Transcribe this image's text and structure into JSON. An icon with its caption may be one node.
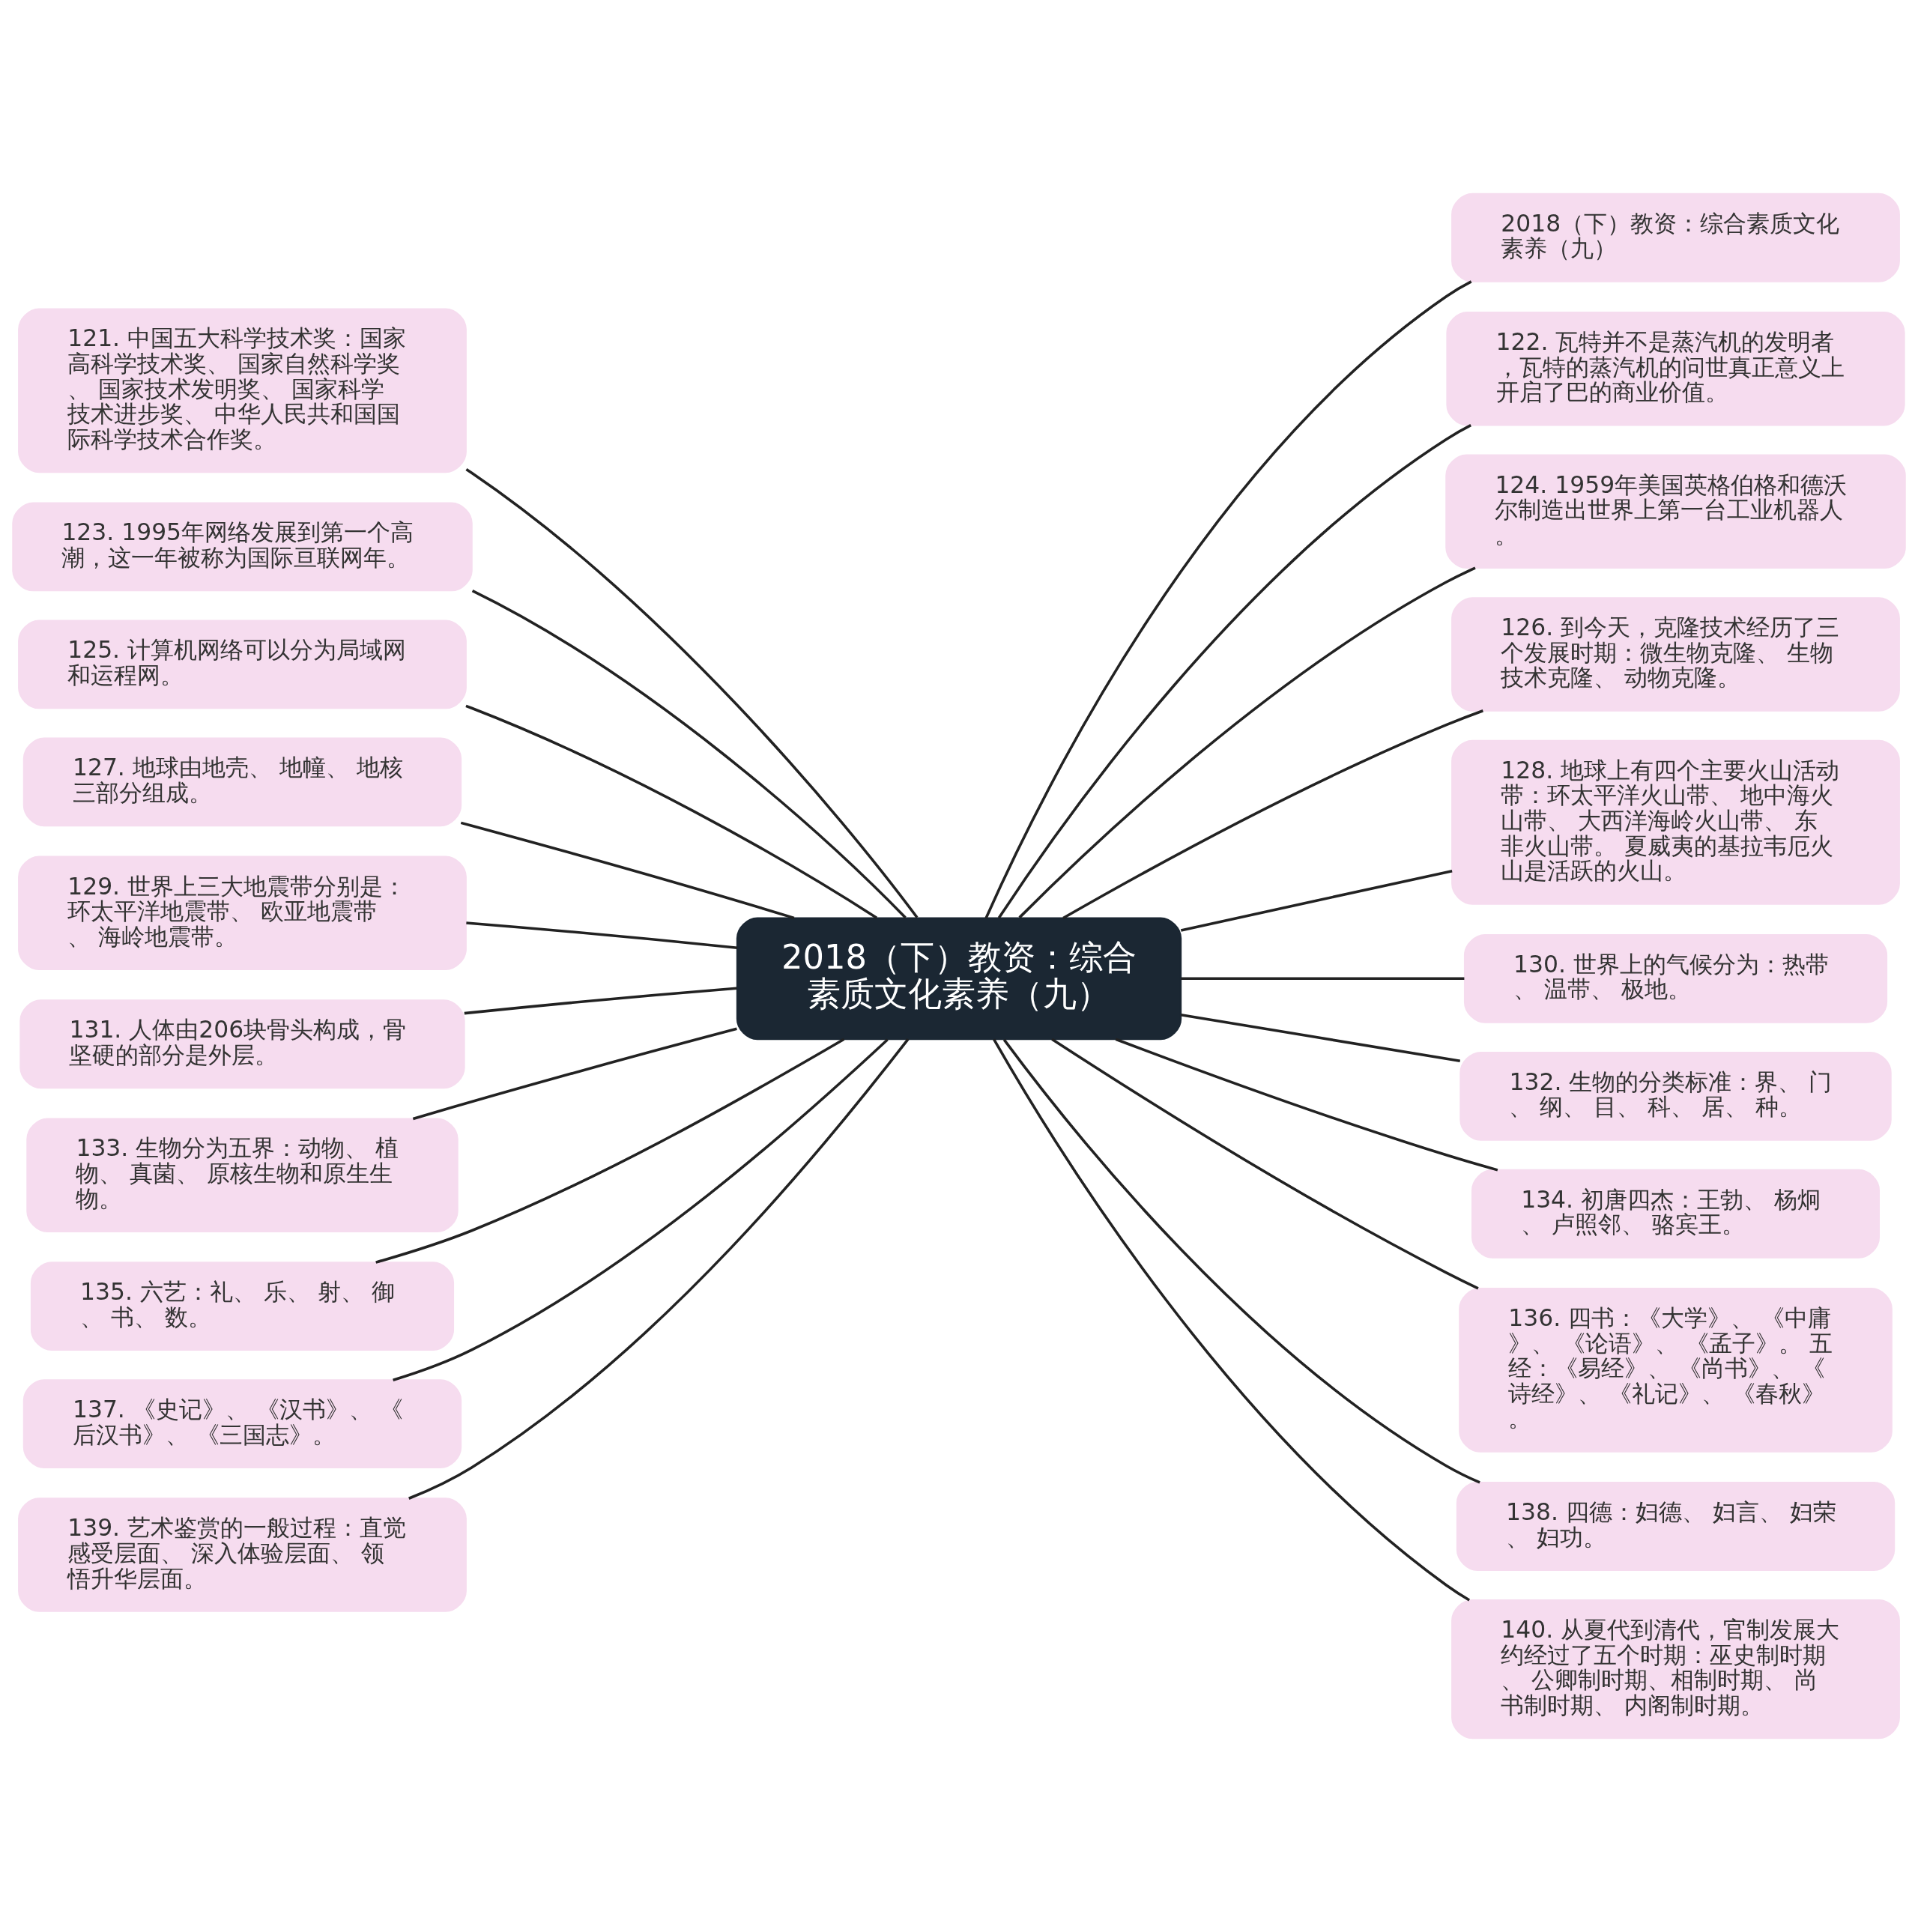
{
  "diagram": {
    "nodes": [
      {
        "text": [
          "2018（下）教资：综合素质文化素养（九）"
        ]
      },
      {
        "text": [
          "2018（下）教资：综合素质文化素养（九）"
        ]
      },
      {
        "text": [
          "121. 中国五大科学技术奖：国家高科学技术奖、 国家自然科学奖、 国家技术发明奖、 国家科学技术进步奖、 中华人民共和国国际科学技术合作奖。"
        ]
      },
      {
        "text": [
          "122. 瓦特并不是蒸汽机的发明者，瓦特的蒸汽机的问世真正意义上开启了巴的商业价值。"
        ]
      },
      {
        "text": [
          "123. 1995年网络发展到第一个高潮，这一年被称为国际亘联网年。"
        ]
      },
      {
        "text": [
          "124. 1959年美国英格伯格和德沃尔制造出世界上第一台工业机器人。"
        ]
      },
      {
        "text": [
          "125. 计算机网络可以分为局域网和运程网。"
        ]
      },
      {
        "text": [
          "126. 到今天，克隆技术经历了三个发展时期：微生物克隆、 生物技术克隆、 动物克隆。"
        ]
      },
      {
        "text": [
          "127. 地球由地壳、 地幢、 地核三部分组成。"
        ]
      },
      {
        "text": [
          "128. 地球上有四个主要火山活动带：环太平洋火山带、 地中海火山带、 大西洋海岭火山带、 东非火山带。 夏威夷的基拉韦厄火山是活跃的火山。"
        ]
      },
      {
        "text": [
          "129. 世界上三大地震带分别是：环太平洋地震带、 欧亚地震带、 海岭地震带。"
        ]
      },
      {
        "text": [
          "130. 世界上的气候分为：热带、 温带、 极地。"
        ]
      },
      {
        "text": [
          "131. 人体由206块骨头构成，骨坚硬的部分是外层。"
        ]
      },
      {
        "text": [
          "132. 生物的分类标准：界、 门、 纲、 目、 科、 居、 种。"
        ]
      },
      {
        "text": [
          "133. 生物分为五界：动物、 植物、 真菌、 原核生物和原生生物。"
        ]
      },
      {
        "text": [
          "134. 初唐四杰：王勃、 杨炯、 卢照邻、 骆宾王。"
        ]
      },
      {
        "text": [
          "135. 六艺：礼、 乐、 射、 御、 书、 数。"
        ]
      },
      {
        "text": [
          "136. 四书：《大学》、 《中庸》、 《论语》、 《孟子》。 五经：《易经》、 《尚书》、 《诗经》、 《礼记》、 《春秋》。"
        ]
      },
      {
        "text": [
          "137. 《史记》、 《汉书》、 《后汉书》、 《三国志》。"
        ]
      },
      {
        "text": [
          "138. 四德：妇德、 妇言、 妇荣、 妇功。"
        ]
      },
      {
        "text": [
          "139. 艺术鉴赏的一般过程：直觉感受层面、 深入体验层面、 领悟升华层面。"
        ]
      },
      {
        "text": [
          "140. 从夏代到清代，官制发展大约经过了五个时期：巫史制时期、 公卿制时期、相制时期、 尚书制时期、 内阁制时期。"
        ]
      }
    ],
    "edges": [
      {
        "from": 0,
        "to": 1,
        "arrow": "none"
      },
      {
        "from": 0,
        "to": 2,
        "arrow": "none"
      },
      {
        "from": 0,
        "to": 3,
        "arrow": "none"
      },
      {
        "from": 0,
        "to": 4,
        "arrow": "none"
      },
      {
        "from": 0,
        "to": 5,
        "arrow": "none"
      },
      {
        "from": 0,
        "to": 6,
        "arrow": "none"
      },
      {
        "from": 0,
        "to": 7,
        "arrow": "none"
      },
      {
        "from": 0,
        "to": 8,
        "arrow": "none"
      },
      {
        "from": 0,
        "to": 9,
        "arrow": "none"
      },
      {
        "from": 0,
        "to": 10,
        "arrow": "none"
      },
      {
        "from": 0,
        "to": 11,
        "arrow": "none"
      },
      {
        "from": 0,
        "to": 12,
        "arrow": "none"
      },
      {
        "from": 0,
        "to": 13,
        "arrow": "none"
      },
      {
        "from": 0,
        "to": 14,
        "arrow": "none"
      },
      {
        "from": 0,
        "to": 15,
        "arrow": "none"
      },
      {
        "from": 0,
        "to": 16,
        "arrow": "none"
      },
      {
        "from": 0,
        "to": 17,
        "arrow": "none"
      },
      {
        "from": 0,
        "to": 18,
        "arrow": "none"
      },
      {
        "from": 0,
        "to": 19,
        "arrow": "none"
      },
      {
        "from": 0,
        "to": 20,
        "arrow": "none"
      },
      {
        "from": 0,
        "to": 21,
        "arrow": "none"
      }
    ]
  }
}
